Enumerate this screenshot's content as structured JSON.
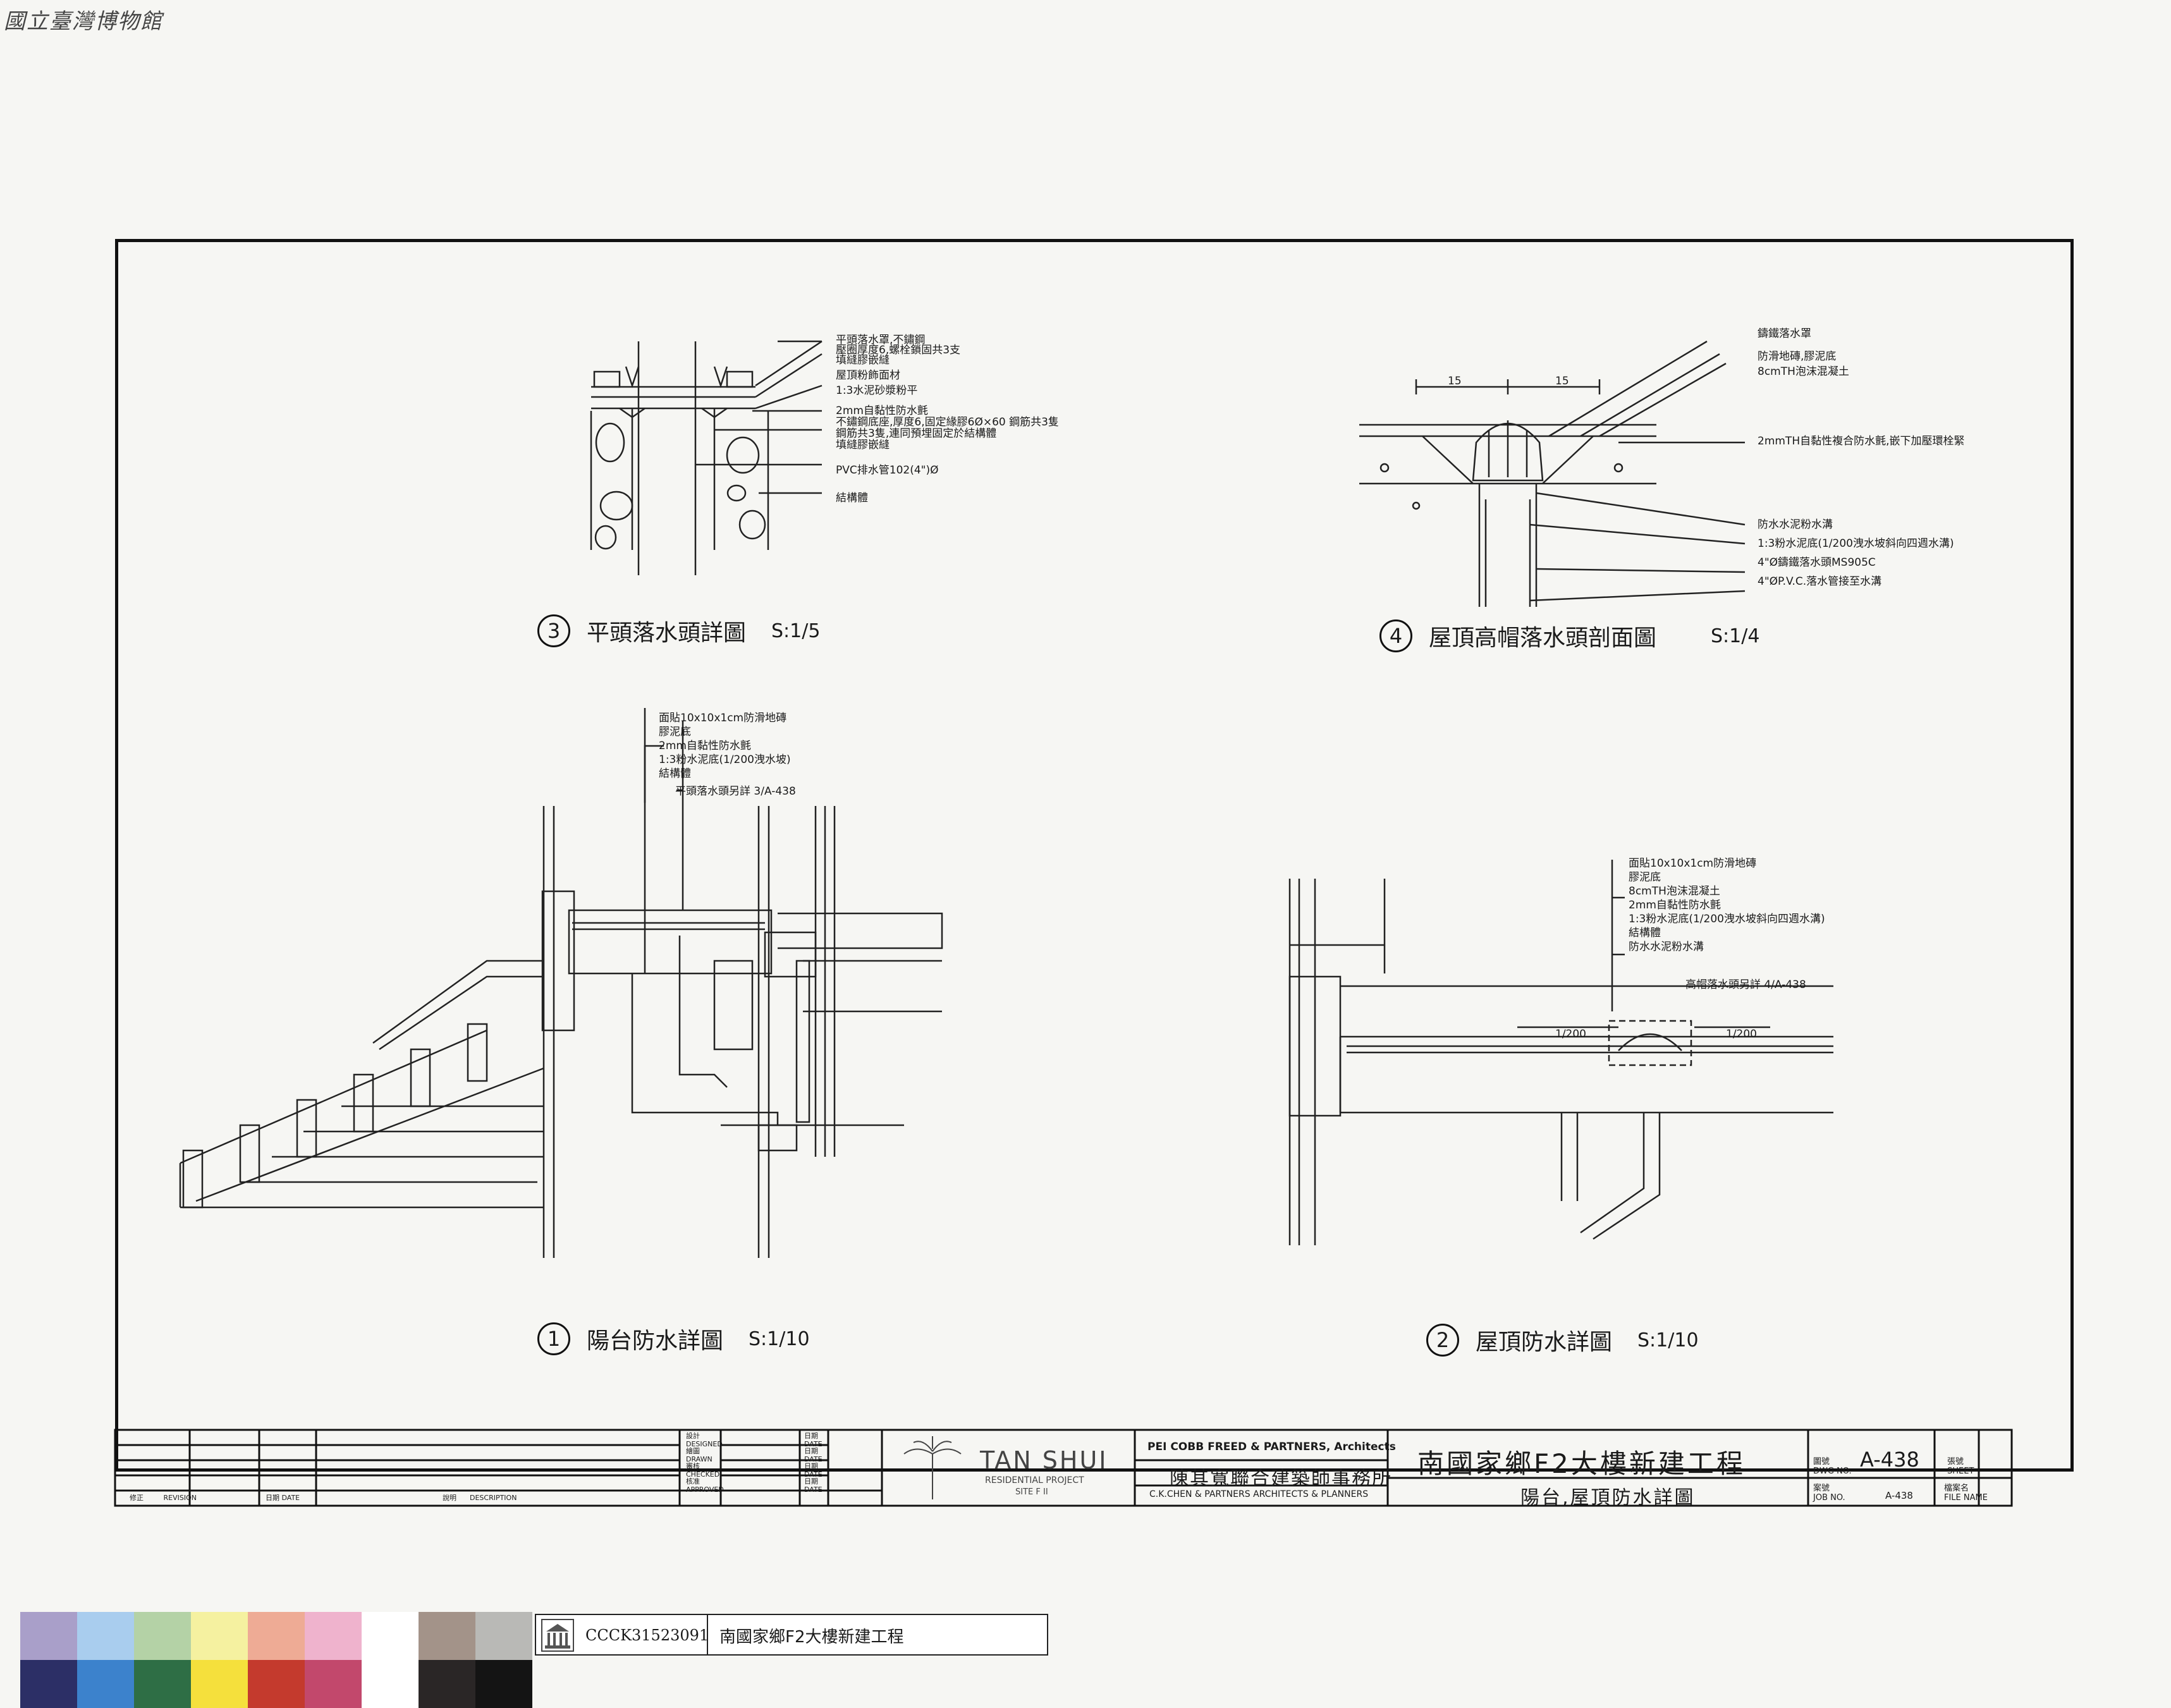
{
  "museum_mark": "國立臺灣博物館",
  "details": [
    {
      "num": "3",
      "title": "平頭落水頭詳圖",
      "scale": "S:1/5"
    },
    {
      "num": "4",
      "title": "屋頂高帽落水頭剖面圖",
      "scale": "S:1/4"
    },
    {
      "num": "1",
      "title": "陽台防水詳圖",
      "scale": "S:1/10"
    },
    {
      "num": "2",
      "title": "屋頂防水詳圖",
      "scale": "S:1/10"
    }
  ],
  "notes3": [
    "平頭落水罩,不鏽鋼",
    "壓圈厚度6,螺栓鎖固共3支",
    "填縫膠嵌縫",
    "屋頂粉飾面材",
    "1:3水泥砂漿粉平",
    "2mm自黏性防水氈",
    "不鏽鋼底座,厚度6,固定緣膠6Ø×60 鋼筋共3隻",
    "鋼筋共3隻,連同預埋固定於結構體",
    "填縫膠嵌縫",
    "PVC排水管102(4\")Ø",
    "結構體"
  ],
  "notes4": [
    "鑄鐵落水罩",
    "防滑地磚,膠泥底",
    "8cmTH泡沫混凝土",
    "2mmTH自黏性複合防水氈,嵌下加壓環栓緊",
    "防水水泥粉水溝",
    "1:3粉水泥底(1/200洩水坡斜向四週水溝)",
    "4\"Ø鑄鐵落水頭MS905C",
    "4\"ØP.V.C.落水管接至水溝"
  ],
  "dims4": [
    "15",
    "15"
  ],
  "notes1": [
    "面貼10x10x1cm防滑地磚",
    "膠泥底",
    "2mm自黏性防水氈",
    "1:3粉水泥底(1/200洩水坡)",
    "結構體",
    "平頭落水頭另詳 3/A-438"
  ],
  "notes2": [
    "面貼10x10x1cm防滑地磚",
    "膠泥底",
    "8cmTH泡沫混凝土",
    "2mm自黏性防水氈",
    "1:3粉水泥底(1/200洩水坡斜向四週水溝)",
    "結構體",
    "防水水泥粉水溝",
    "高帽落水頭另詳 4/A-438"
  ],
  "slopes": [
    "1/200",
    "1/200"
  ],
  "title_block": {
    "revision_cols": {
      "rev_cn": "修正",
      "rev_en": "REVISION",
      "date_cn": "日期",
      "date_en": "DATE",
      "desc_cn": "說明",
      "desc_en": "DESCRIPTION"
    },
    "signoff": [
      {
        "cn": "設計",
        "en": "DESIGNED",
        "date_cn": "日期",
        "date_en": "DATE"
      },
      {
        "cn": "繪圖",
        "en": "DRAWN",
        "date_cn": "日期",
        "date_en": "DATE"
      },
      {
        "cn": "審核",
        "en": "CHECKED",
        "date_cn": "日期",
        "date_en": "DATE"
      },
      {
        "cn": "核准",
        "en": "APPROVED",
        "date_cn": "日期",
        "date_en": "DATE"
      }
    ],
    "logo_name": "TAN SHUI",
    "logo_sub": "RESIDENTIAL PROJECT",
    "logo_site": "SITE F II",
    "firm_en": "PEI COBB FREED & PARTNERS, Architects",
    "firm_cn": "陳其寬聯合建築師事務所",
    "firm_en2": "C.K.CHEN & PARTNERS ARCHITECTS & PLANNERS",
    "project": "南國家鄉F2大樓新建工程",
    "sheet_title": "陽台,屋頂防水詳圖",
    "dwg_label_cn": "圖號",
    "dwg_label_en": "DWG NO.",
    "dwg_no": "A-438",
    "sheet_label_cn": "張號",
    "sheet_label_en": "SHEET",
    "job_label_cn": "案號",
    "job_label_en": "JOB NO.",
    "job_no": "A-438",
    "file_label_cn": "檔案名",
    "file_label_en": "FILE NAME"
  },
  "archive_label": {
    "code": "CCCK31523091",
    "title": "南國家鄉F2大樓新建工程"
  },
  "swatches_top": [
    "#a99fc9",
    "#a9cdee",
    "#b4d2a6",
    "#f5f1a0",
    "#eeab95",
    "#efb3cd",
    "#ffffff",
    "#a39389",
    "#b9b9b6"
  ],
  "swatches_bottom": [
    "#2c2f66",
    "#3c82cc",
    "#2e6e45",
    "#f5e03c",
    "#c43a2d",
    "#c2486c",
    "#ffffff",
    "#2a2626",
    "#141414"
  ]
}
